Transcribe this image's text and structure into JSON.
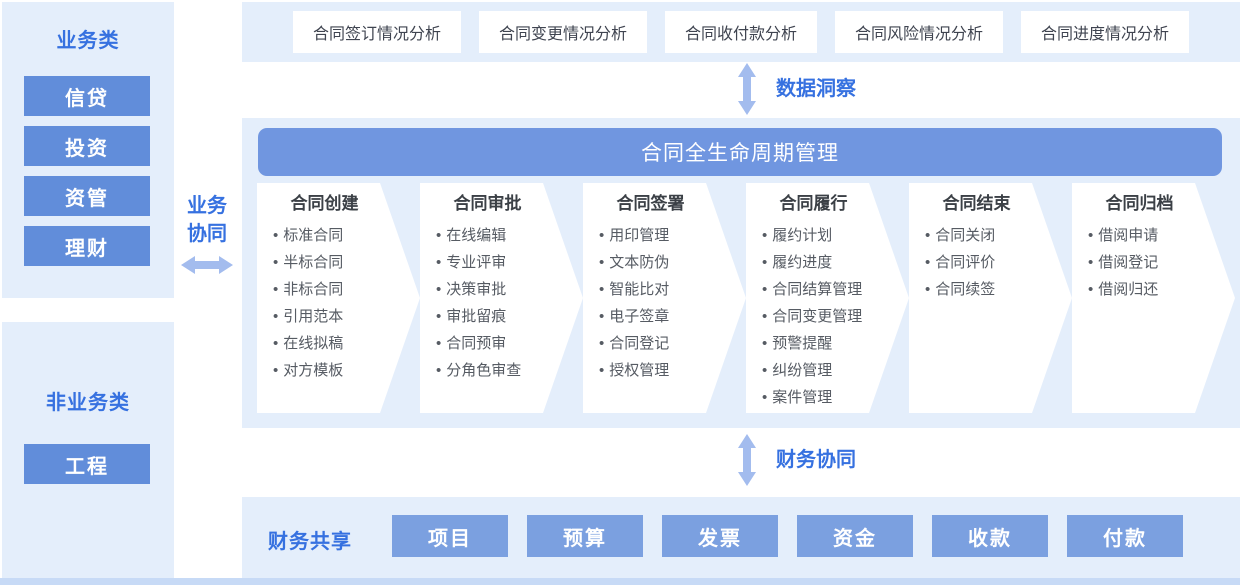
{
  "sidebar": {
    "business": {
      "title": "业务类",
      "items": [
        "信贷",
        "投资",
        "资管",
        "理财"
      ]
    },
    "non_business": {
      "title": "非业务类",
      "items": [
        "工程"
      ]
    }
  },
  "connectors": {
    "business_collab": "业务协同",
    "data_insight": "数据洞察",
    "finance_collab": "财务协同"
  },
  "analysis": {
    "items": [
      "合同签订情况分析",
      "合同变更情况分析",
      "合同收付款分析",
      "合同风险情况分析",
      "合同进度情况分析"
    ]
  },
  "lifecycle": {
    "title": "合同全生命周期管理",
    "stages": [
      {
        "title": "合同创建",
        "items": [
          "标准合同",
          "半标合同",
          "非标合同",
          "引用范本",
          "在线拟稿",
          "对方模板"
        ]
      },
      {
        "title": "合同审批",
        "items": [
          "在线编辑",
          "专业评审",
          "决策审批",
          "审批留痕",
          "合同预审",
          "分角色审查"
        ]
      },
      {
        "title": "合同签署",
        "items": [
          "用印管理",
          "文本防伪",
          "智能比对",
          "电子签章",
          "合同登记",
          "授权管理"
        ]
      },
      {
        "title": "合同履行",
        "items": [
          "履约计划",
          "履约进度",
          "合同结算管理",
          "合同变更管理",
          "预警提醒",
          "纠纷管理",
          "案件管理"
        ]
      },
      {
        "title": "合同结束",
        "items": [
          "合同关闭",
          "合同评价",
          "合同续签"
        ]
      },
      {
        "title": "合同归档",
        "items": [
          "借阅申请",
          "借阅登记",
          "借阅归还"
        ]
      }
    ]
  },
  "finance": {
    "title": "财务共享",
    "items": [
      "项目",
      "预算",
      "发票",
      "资金",
      "收款",
      "付款"
    ]
  },
  "icons": {
    "business_collab": "double-arrow-horizontal-icon",
    "data_insight": "double-arrow-vertical-icon",
    "finance_collab": "double-arrow-vertical-icon"
  },
  "colors": {
    "accent_blue": "#3671e0",
    "header_bar_blue": "#7096e0",
    "sidebar_button_blue": "#618dda",
    "finance_button_blue": "#7ba0e0",
    "panel_light_blue": "#e4eefb",
    "arrow_blue": "#a3bcee",
    "dark_text": "#3f4450"
  }
}
